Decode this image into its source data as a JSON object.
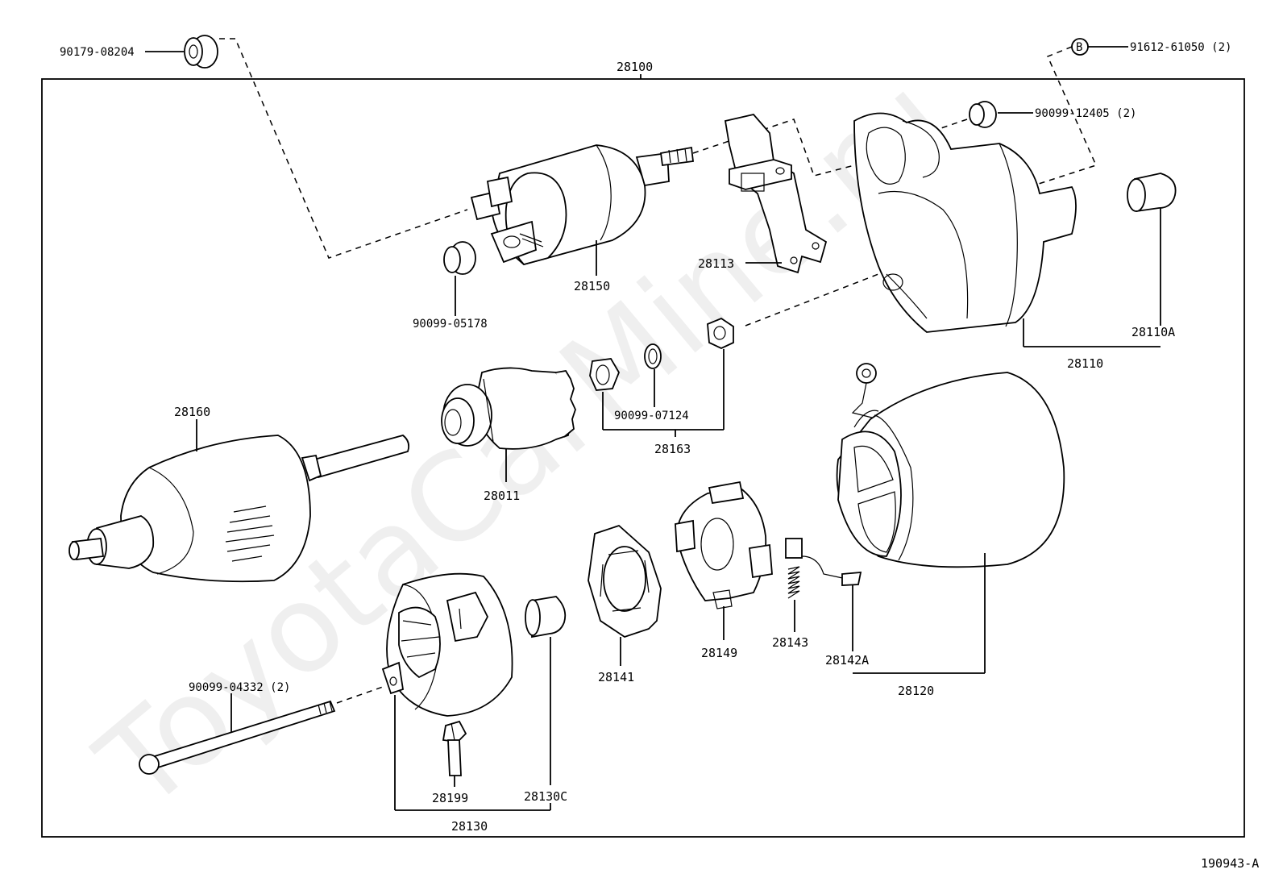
{
  "diagram_id": "190943-A",
  "watermark": "ToyotaCarMine.ru",
  "labels": {
    "assembly": "28100",
    "bolt_top": "90179-08204",
    "marker_b": "B",
    "screw_b": "91612-61050 (2)",
    "nut_housing": "90099-12405 (2)",
    "solenoid": "28150",
    "cap_solenoid": "90099-05178",
    "brush_plate": "28113",
    "housing": "28110",
    "bushing_housing": "28110A",
    "armature": "28160",
    "clutch": "28011",
    "washer": "90099-07124",
    "kit": "28163",
    "yoke": "28120",
    "brush_spring": "28143",
    "brush": "28142A",
    "brush_holder": "28149",
    "plate": "28141",
    "through_bolt": "90099-04332 (2)",
    "frame_screw": "28199",
    "end_frame_bushing": "28130C",
    "end_frame": "28130"
  }
}
